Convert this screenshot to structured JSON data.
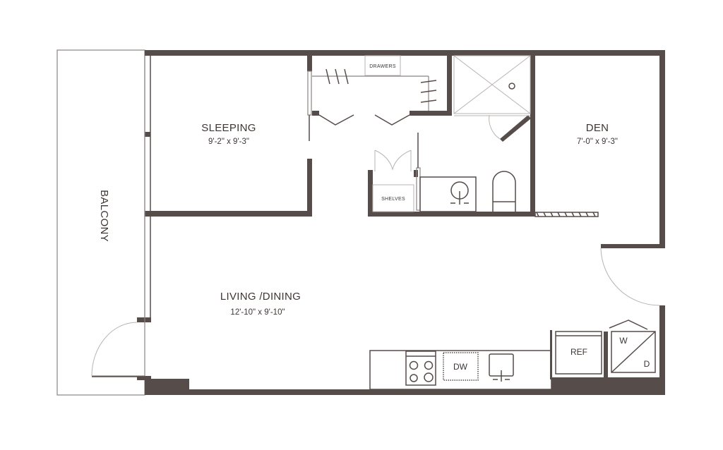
{
  "colors": {
    "wall": "#564c4a",
    "line": "#8a8483"
  },
  "rooms": {
    "sleeping": {
      "name": "SLEEPING",
      "dims": "9'-2\" x 9'-3\""
    },
    "den": {
      "name": "DEN",
      "dims": "7'-0\" x 9'-3\""
    },
    "living": {
      "name": "LIVING /DINING",
      "dims": "12'-10\" x 9'-10\""
    },
    "balcony": {
      "name": "BALCONY"
    }
  },
  "fixtures": {
    "drawers": "DRAWERS",
    "shelves": "SHELVES",
    "dishwasher": "DW",
    "refrigerator": "REF",
    "washer": "W",
    "dryer": "D"
  }
}
